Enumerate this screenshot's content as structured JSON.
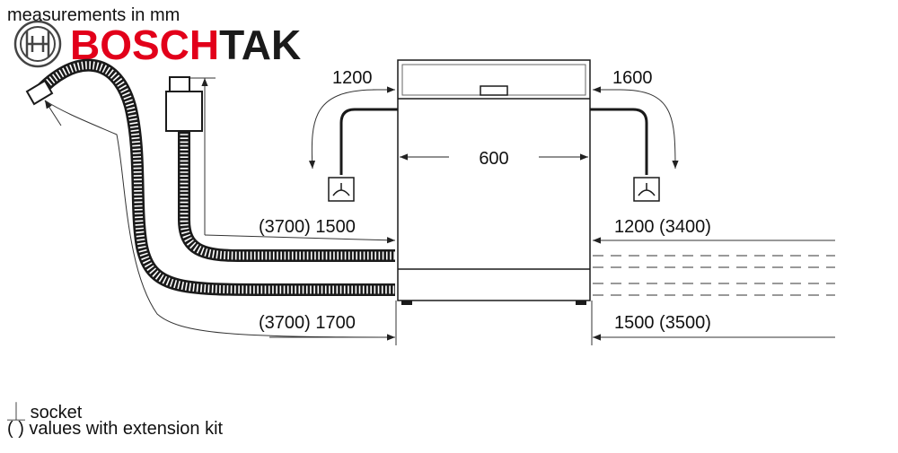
{
  "header": {
    "units_note": "measurements in mm"
  },
  "brand": {
    "part1": "BOSCH",
    "part2": "TAK",
    "color_red": "#e2001a",
    "color_dark": "#1a1a1a"
  },
  "dimensions": {
    "appliance_width": "600",
    "power_cable_left": "1200",
    "power_cable_right": "1600",
    "water_inlet_left": "(3700) 1500",
    "water_inlet_right": "1200 (3400)",
    "drain_hose_left": "(3700) 1700",
    "drain_hose_right": "1500 (3500)"
  },
  "legend": {
    "socket_symbol": "⏊",
    "socket_label": "socket",
    "extension_note": "( ) values with extension kit"
  }
}
